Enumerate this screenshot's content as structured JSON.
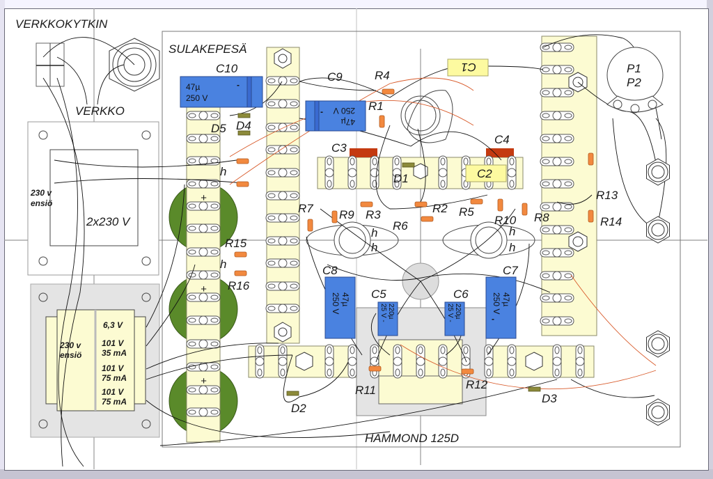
{
  "diagram": {
    "title_parts": {
      "switch_label": "VERKKOKYTKIN",
      "mains_label": "VERKKO",
      "fuse_holder_label": "SULAKEPESÄ",
      "output_transformer_label": "HAMMOND 125D"
    },
    "power_transformer_top": {
      "primary_label": "230 v",
      "primary_sub": "ensiö",
      "secondary_label": "2x230 V"
    },
    "power_transformer_bottom": {
      "primary_label": "230 v",
      "primary_sub": "ensiö",
      "windings": [
        {
          "volt": "6,3 V",
          "current": ""
        },
        {
          "volt": "101 V",
          "current": "35 mA"
        },
        {
          "volt": "101 V",
          "current": "75 mA"
        },
        {
          "volt": "101 V",
          "current": "75 mA"
        }
      ]
    },
    "capacitors": {
      "C10": {
        "name": "C10",
        "value": "47µ",
        "voltage": "250 V",
        "pol": "-"
      },
      "C9": {
        "name": "C9",
        "value": "47µ",
        "voltage": "250 V",
        "pol": "-"
      },
      "C8": {
        "name": "C8",
        "value": "47µ",
        "voltage": "250 V"
      },
      "C7": {
        "name": "C7",
        "value": "47µ",
        "voltage": "250 V",
        "pol": "-"
      },
      "C5": {
        "name": "C5",
        "value": "220µ",
        "voltage": "25 V -"
      },
      "C6": {
        "name": "C6",
        "value": "220µ",
        "voltage": "25 V -"
      },
      "C1": {
        "name": "C1"
      },
      "C2": {
        "name": "C2"
      },
      "C3": {
        "name": "C3"
      },
      "C4": {
        "name": "C4"
      }
    },
    "resistors": [
      "R1",
      "R2",
      "R3",
      "R4",
      "R5",
      "R6",
      "R7",
      "R8",
      "R9",
      "R10",
      "R11",
      "R12",
      "R13",
      "R14",
      "R15",
      "R16"
    ],
    "diodes": [
      "D1",
      "D2",
      "D3",
      "D4",
      "D5"
    ],
    "heater_labels": [
      "h",
      "h",
      "h",
      "h",
      "h",
      "h"
    ],
    "pot_labels": [
      "P1",
      "P2"
    ],
    "plus_sign": "+"
  }
}
